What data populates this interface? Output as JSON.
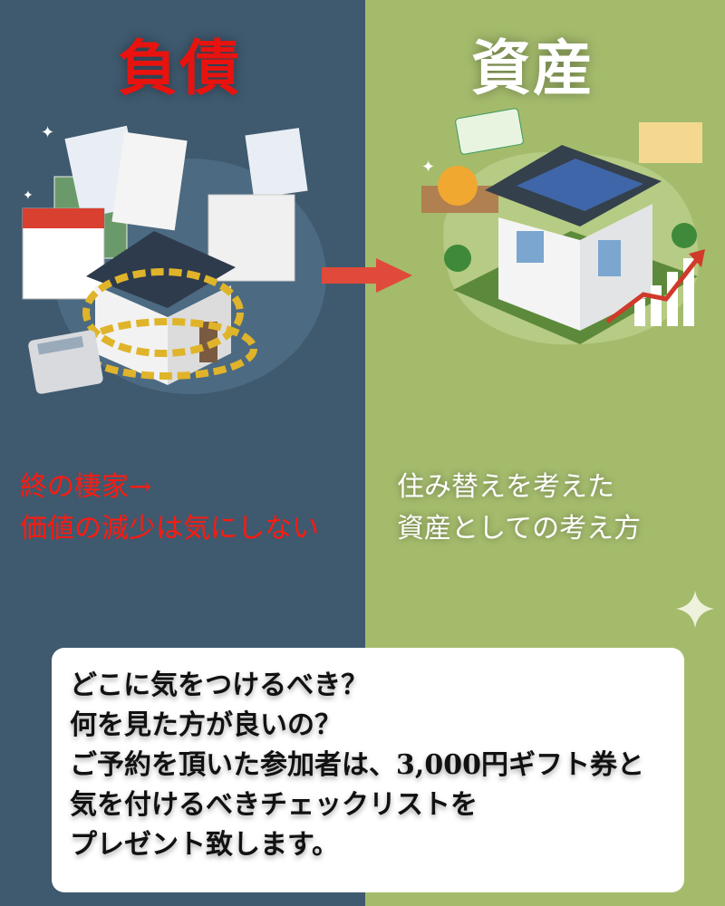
{
  "left": {
    "title": "負債",
    "caption": [
      "終の棲家→",
      "価値の減少は気にしない"
    ],
    "color": "#e8130f"
  },
  "right": {
    "title": "資産",
    "caption": [
      "住み替えを考えた",
      "資産としての考え方"
    ]
  },
  "card": {
    "lines": [
      "どこに気をつけるべき？",
      "何を見た方が良いの？",
      "ご予約を頂いた参加者は、3,000円ギフト券と",
      "気を付けるべきチェックリストを",
      "プレゼント致します。"
    ]
  }
}
